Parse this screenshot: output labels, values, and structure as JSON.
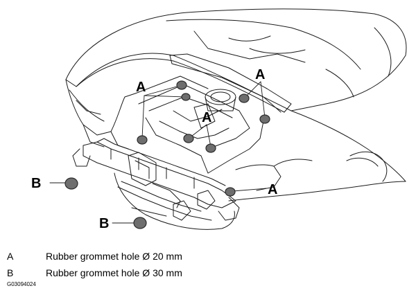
{
  "callouts": {
    "a_upper_left": "A",
    "a_upper_right": "A",
    "a_center": "A",
    "a_lower_right": "A",
    "b_left": "B",
    "b_bottom": "B"
  },
  "legend": [
    {
      "key": "A",
      "text": "Rubber grommet hole Ø 20 mm"
    },
    {
      "key": "B",
      "text": "Rubber grommet hole Ø 30 mm"
    }
  ],
  "figure_id": "G03094024",
  "colors": {
    "line": "#1a1a1a",
    "grommet_fill": "#6e6e6e",
    "grommet_ring": "#2a2a2a"
  }
}
